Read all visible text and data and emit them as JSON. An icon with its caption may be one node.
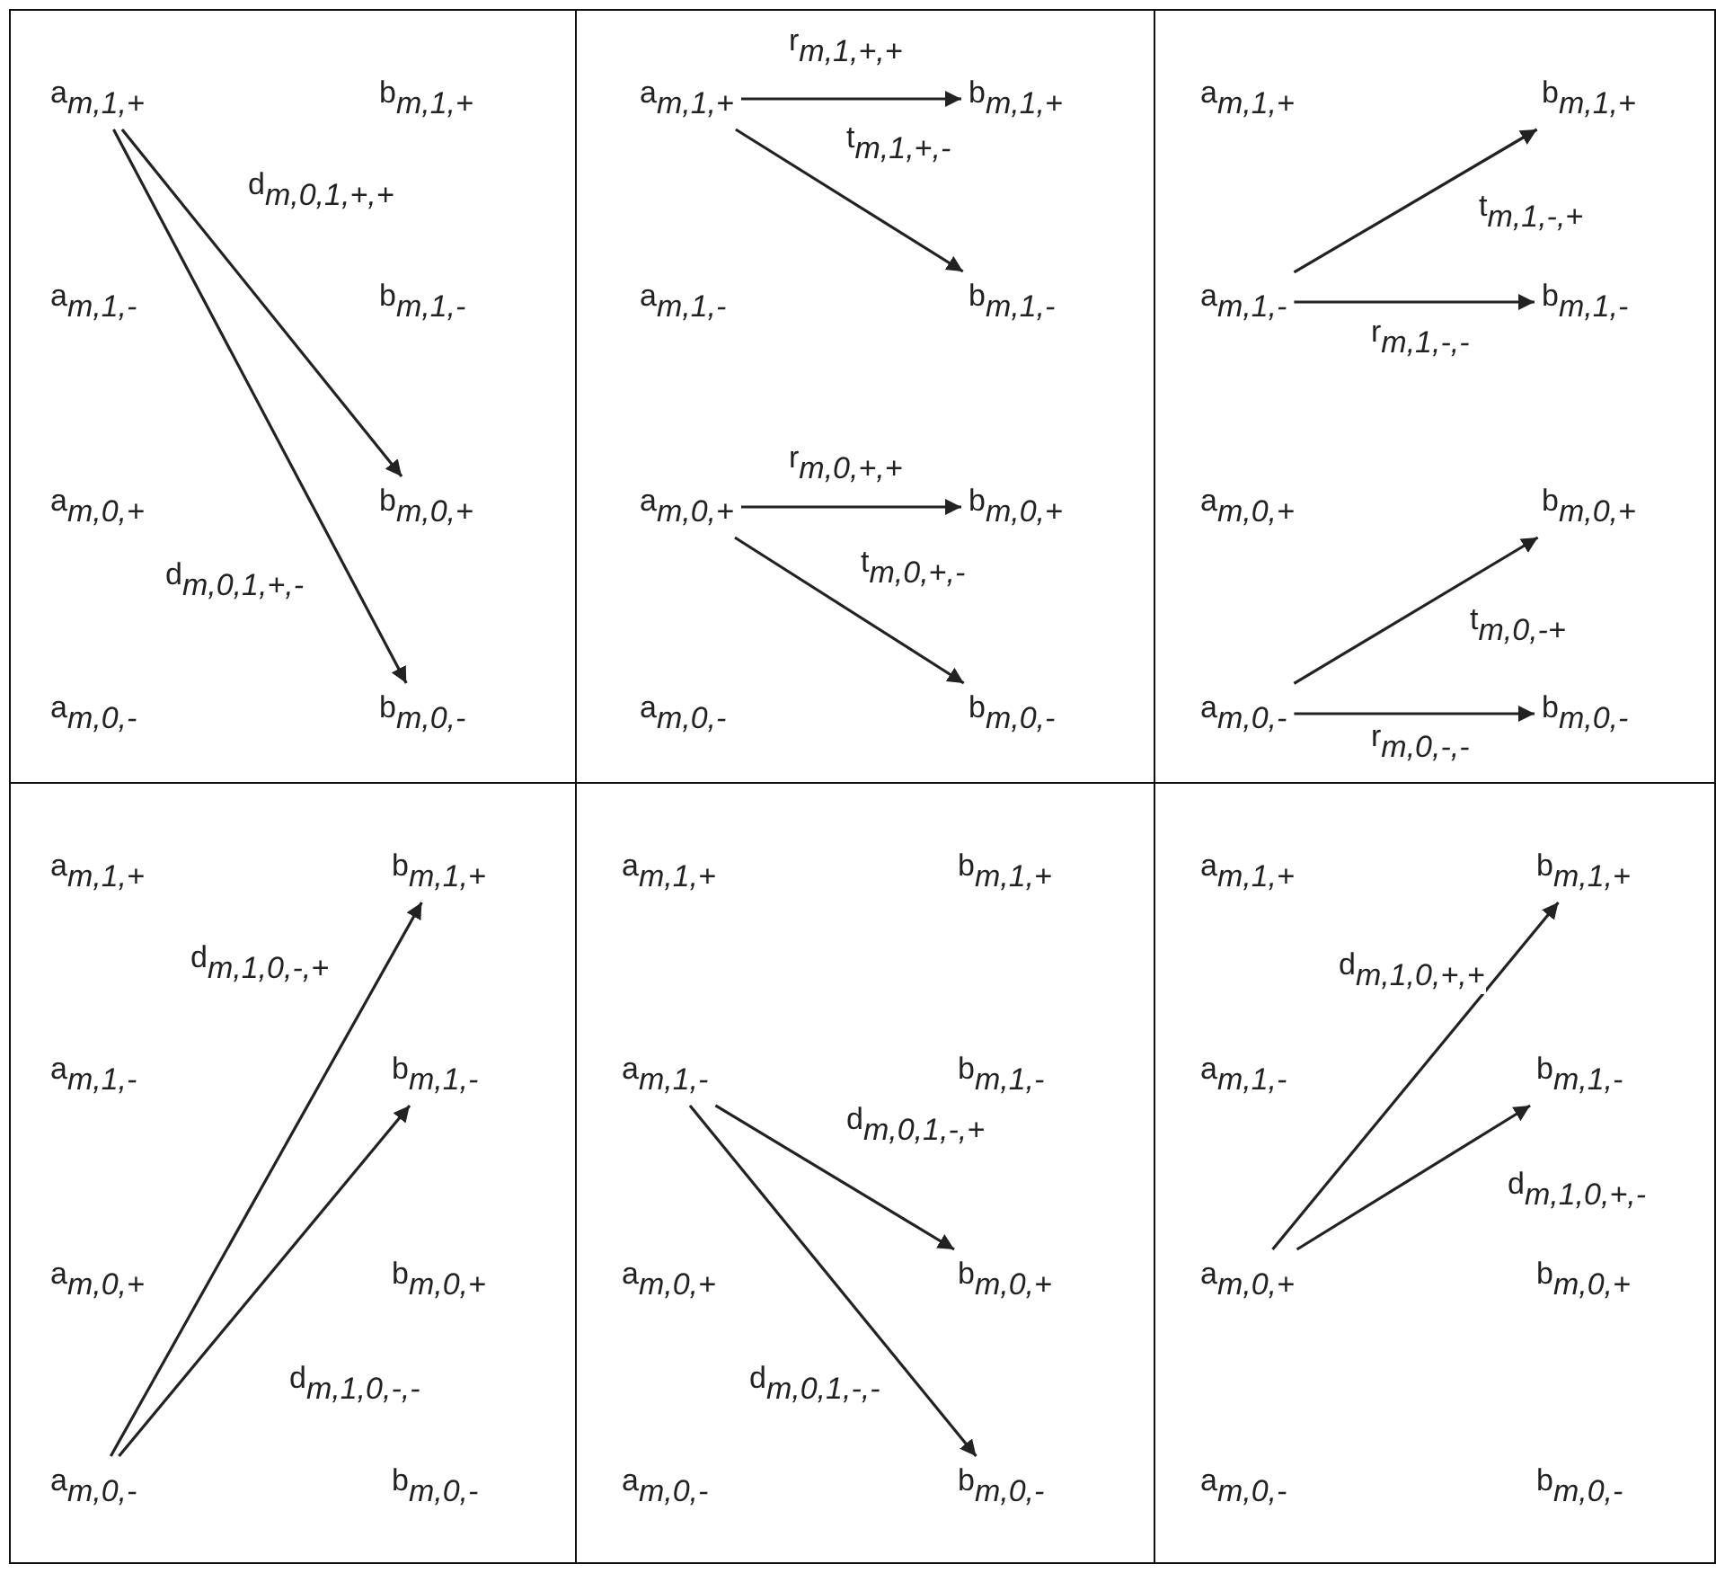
{
  "diagram": {
    "nodes": [
      {
        "text": [],
        "shape": "box"
      },
      {
        "text": [
          "a$_{m,1,+}$"
        ],
        "in": 0
      },
      {
        "text": [
          "b$_{m,1,+}$"
        ],
        "in": 0
      },
      {
        "text": [
          "a$_{m,1,-}$"
        ],
        "in": 0
      },
      {
        "text": [
          "b$_{m,1,-}$"
        ],
        "in": 0
      },
      {
        "text": [
          "a$_{m,0,+}$"
        ],
        "in": 0
      },
      {
        "text": [
          "b$_{m,0,+}$"
        ],
        "in": 0
      },
      {
        "text": [
          "a$_{m,0,-}$"
        ],
        "in": 0
      },
      {
        "text": [
          "b$_{m,0,-}$"
        ],
        "in": 0
      },
      {
        "text": [],
        "shape": "box"
      },
      {
        "text": [
          "a$_{m,1,+}$"
        ],
        "in": 9
      },
      {
        "text": [
          "b$_{m,1,+}$"
        ],
        "in": 9
      },
      {
        "text": [
          "a$_{m,1,-}$"
        ],
        "in": 9
      },
      {
        "text": [
          "b$_{m,1,-}$"
        ],
        "in": 9
      },
      {
        "text": [
          "a$_{m,0,+}$"
        ],
        "in": 9
      },
      {
        "text": [
          "b$_{m,0,+}$"
        ],
        "in": 9
      },
      {
        "text": [
          "a$_{m,0,-}$"
        ],
        "in": 9
      },
      {
        "text": [
          "b$_{m,0,-}$"
        ],
        "in": 9
      },
      {
        "text": [],
        "shape": "box"
      },
      {
        "text": [
          "a$_{m,1,+}$"
        ],
        "in": 18
      },
      {
        "text": [
          "b$_{m,1,+}$"
        ],
        "in": 18
      },
      {
        "text": [
          "a$_{m,1,-}$"
        ],
        "in": 18
      },
      {
        "text": [
          "b$_{m,1,-}$"
        ],
        "in": 18
      },
      {
        "text": [
          "a$_{m,0,+}$"
        ],
        "in": 18
      },
      {
        "text": [
          "b$_{m,0,+}$"
        ],
        "in": 18
      },
      {
        "text": [
          "a$_{m,0,-}$"
        ],
        "in": 18
      },
      {
        "text": [
          "b$_{m,0,-}$"
        ],
        "in": 18
      },
      {
        "text": [],
        "shape": "box"
      },
      {
        "text": [
          "a$_{m,1,+}$"
        ],
        "in": 27
      },
      {
        "text": [
          "b$_{m,1,+}$"
        ],
        "in": 27
      },
      {
        "text": [
          "a$_{m,1,-}$"
        ],
        "in": 27
      },
      {
        "text": [
          "b$_{m,1,-}$"
        ],
        "in": 27
      },
      {
        "text": [
          "a$_{m,0,+}$"
        ],
        "in": 27
      },
      {
        "text": [
          "b$_{m,0,+}$"
        ],
        "in": 27
      },
      {
        "text": [
          "a$_{m,0,-}$"
        ],
        "in": 27
      },
      {
        "text": [
          "b$_{m,0,-}$"
        ],
        "in": 27
      },
      {
        "text": [],
        "shape": "box"
      },
      {
        "text": [
          "a$_{m,1,+}$"
        ],
        "in": 36
      },
      {
        "text": [
          "b$_{m,1,+}$"
        ],
        "in": 36
      },
      {
        "text": [
          "a$_{m,1,-}$"
        ],
        "in": 36
      },
      {
        "text": [
          "b$_{m,1,-}$"
        ],
        "in": 36
      },
      {
        "text": [
          "a$_{m,0,+}$"
        ],
        "in": 36
      },
      {
        "text": [
          "b$_{m,0,+}$"
        ],
        "in": 36
      },
      {
        "text": [
          "a$_{m,0,-}$"
        ],
        "in": 36
      },
      {
        "text": [
          "b$_{m,0,-}$"
        ],
        "in": 36
      },
      {
        "text": [],
        "shape": "box"
      },
      {
        "text": [
          "a$_{m,1,+}$"
        ],
        "in": 45
      },
      {
        "text": [
          "b$_{m,1,+}$"
        ],
        "in": 45
      },
      {
        "text": [
          "a$_{m,1,-}$"
        ],
        "in": 45
      },
      {
        "text": [
          "b$_{m,1,-}$"
        ],
        "in": 45
      },
      {
        "text": [
          "a$_{m,0,+}$"
        ],
        "in": 45
      },
      {
        "text": [
          "b$_{m,0,+}$"
        ],
        "in": 45
      },
      {
        "text": [
          "a$_{m,0,-}$"
        ],
        "in": 45
      },
      {
        "text": [
          "b$_{m,0,-}$"
        ],
        "in": 45
      }
    ],
    "edges": [
      {
        "from": 1,
        "to": 6,
        "arrow": "to",
        "label": "d$_{m,0,1,+,+}$"
      },
      {
        "from": 1,
        "to": 8,
        "arrow": "to",
        "label": "d$_{m,0,1,+,-}$"
      },
      {
        "from": 10,
        "to": 11,
        "arrow": "to",
        "label": "r$_{m,1,+,+}$"
      },
      {
        "from": 10,
        "to": 13,
        "arrow": "to",
        "label": "t$_{m,1,+,-}$"
      },
      {
        "from": 14,
        "to": 15,
        "arrow": "to",
        "label": "r$_{m,0,+,+}$"
      },
      {
        "from": 14,
        "to": 17,
        "arrow": "to",
        "label": "t$_{m,0,+,-}$"
      },
      {
        "from": 21,
        "to": 20,
        "arrow": "to",
        "label": "t$_{m,1,-,+}$"
      },
      {
        "from": 21,
        "to": 22,
        "arrow": "to",
        "label": "r$_{m,1,-,-}$"
      },
      {
        "from": 25,
        "to": 24,
        "arrow": "to",
        "label": "t$_{m,0,-+}$"
      },
      {
        "from": 25,
        "to": 26,
        "arrow": "to",
        "label": "r$_{m,0,-,-}$"
      },
      {
        "from": 34,
        "to": 29,
        "arrow": "to",
        "label": "d$_{m,1,0,-,+}$"
      },
      {
        "from": 34,
        "to": 31,
        "arrow": "to",
        "label": "d$_{m,1,0,-,-}$"
      },
      {
        "from": 39,
        "to": 42,
        "arrow": "to",
        "label": "d$_{m,0,1,-,+}$"
      },
      {
        "from": 39,
        "to": 44,
        "arrow": "to",
        "label": "d$_{m,0,1,-,-}$"
      },
      {
        "from": 50,
        "to": 47,
        "arrow": "to",
        "label": "d$_{m,1,0,+,+}$"
      },
      {
        "from": 50,
        "to": 49,
        "arrow": "to",
        "label": "d$_{m,1,0,+,-}$"
      }
    ]
  }
}
